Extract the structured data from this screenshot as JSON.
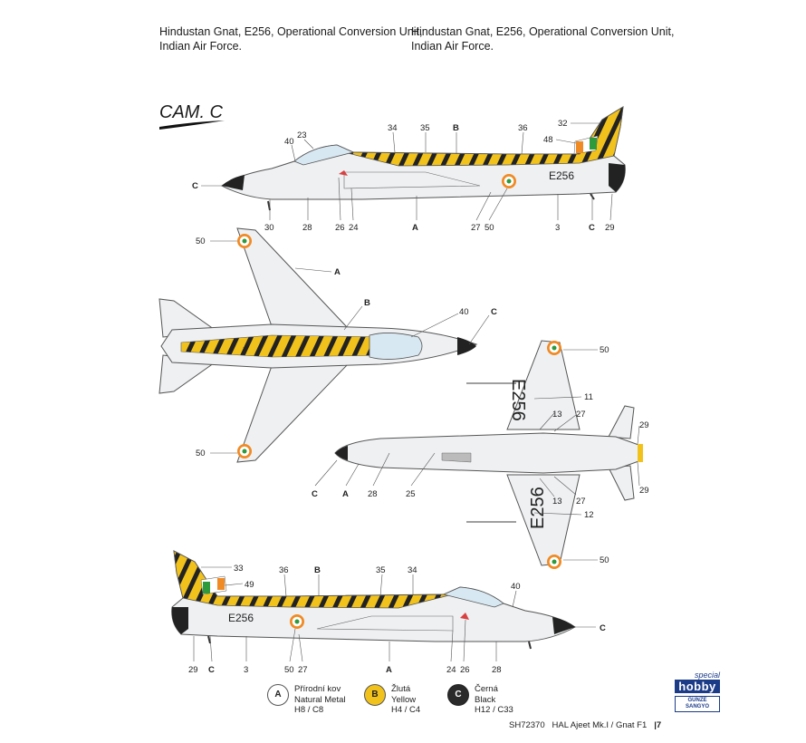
{
  "header": {
    "left_line1": "Hindustan Gnat, E256, Operational Conversion Unit,",
    "left_line2": "Indian Air Force.",
    "right_line1": "Hindustan Gnat, E256, Operational Conversion Unit,",
    "right_line2": "Indian Air Force."
  },
  "scheme_title": "CAM. C",
  "serial": "E256",
  "callouts": {
    "top_profile": [
      "34",
      "35",
      "B",
      "36",
      "32",
      "48",
      "40",
      "23",
      "C",
      "30",
      "28",
      "A",
      "26",
      "24",
      "27",
      "50",
      "3",
      "C",
      "29"
    ],
    "plan_top": [
      "50",
      "A",
      "B",
      "40",
      "C",
      "50"
    ],
    "plan_bottom": [
      "50",
      "11",
      "13",
      "27",
      "29",
      "C",
      "A",
      "28",
      "25",
      "13",
      "27",
      "29",
      "12",
      "50"
    ],
    "bottom_profile": [
      "33",
      "49",
      "36",
      "B",
      "35",
      "34",
      "40",
      "C",
      "29",
      "C",
      "3",
      "50",
      "27",
      "A",
      "24",
      "26",
      "28"
    ]
  },
  "legend": [
    {
      "code": "A",
      "line1": "Přírodní kov",
      "line2": "Natural Metal",
      "line3": "H8 / C8",
      "color": "#ffffff",
      "text_color": "#222222"
    },
    {
      "code": "B",
      "line1": "Žlutá",
      "line2": "Yellow",
      "line3": "H4 / C4",
      "color": "#f2c21c",
      "text_color": "#222222"
    },
    {
      "code": "C",
      "line1": "Černá",
      "line2": "Black",
      "line3": "H12 / C33",
      "color": "#2a2a2a",
      "text_color": "#ffffff"
    }
  ],
  "logo": {
    "line1": "special",
    "line2": "hobby",
    "line3": "GUNZE SANGYO"
  },
  "footer": {
    "code": "SH72370",
    "title": "HAL Ajeet Mk.I / Gnat F1",
    "page": "|7"
  },
  "colors": {
    "metal": "#eef0f2",
    "yellow": "#f2c21c",
    "black": "#222222",
    "roundel_saffron": "#f08a24",
    "roundel_green": "#2e9a3c"
  }
}
